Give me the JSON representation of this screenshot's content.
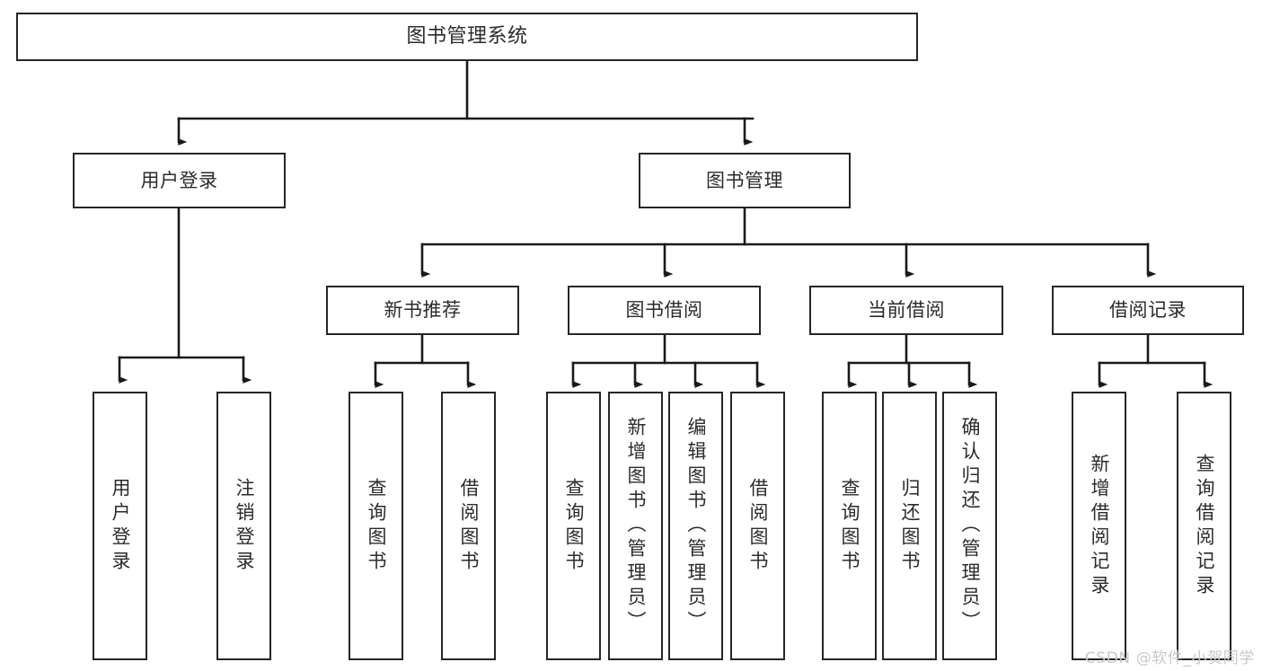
{
  "diagram": {
    "title": "图书管理系统",
    "type": "tree-hierarchy-diagram",
    "colors": {
      "box_border": "#262626",
      "box_fill": "#ffffff",
      "text": "#2b2b2b",
      "connector": "#1a1a1a",
      "watermark": "#c8c8c8"
    },
    "levels": {
      "root": {
        "label": "图书管理系统"
      },
      "level2": [
        {
          "label": "用户登录"
        },
        {
          "label": "图书管理"
        }
      ],
      "level3": [
        {
          "label": "新书推荐"
        },
        {
          "label": "图书借阅"
        },
        {
          "label": "当前借阅"
        },
        {
          "label": "借阅记录"
        }
      ],
      "leaves": [
        {
          "label": "用户登录",
          "parent": "用户登录"
        },
        {
          "label": "注销登录",
          "parent": "用户登录"
        },
        {
          "label": "查询图书",
          "parent": "新书推荐"
        },
        {
          "label": "借阅图书",
          "parent": "新书推荐"
        },
        {
          "label": "查询图书",
          "parent": "图书借阅"
        },
        {
          "label": "新增图书（管理员）",
          "parent": "图书借阅"
        },
        {
          "label": "编辑图书（管理员）",
          "parent": "图书借阅"
        },
        {
          "label": "借阅图书",
          "parent": "图书借阅"
        },
        {
          "label": "查询图书",
          "parent": "当前借阅"
        },
        {
          "label": "归还图书",
          "parent": "当前借阅"
        },
        {
          "label": "确认归还（管理员）",
          "parent": "当前借阅"
        },
        {
          "label": "新增借阅记录",
          "parent": "借阅记录"
        },
        {
          "label": "查询借阅记录",
          "parent": "借阅记录"
        }
      ]
    }
  },
  "watermark": {
    "text": "CSDN @软件_小贺同学"
  }
}
